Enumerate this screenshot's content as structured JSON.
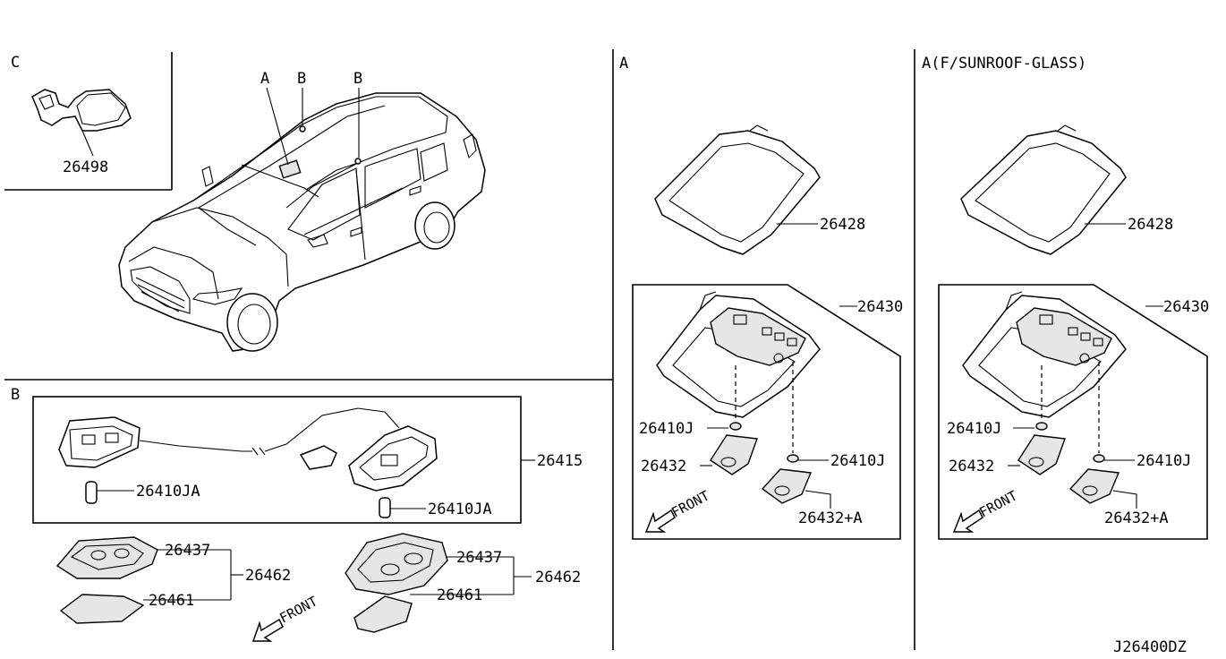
{
  "sections": {
    "c": {
      "label": "C",
      "part": "26498"
    },
    "car": {
      "callout_a": "A",
      "callout_b1": "B",
      "callout_b2": "B"
    },
    "b": {
      "label": "B",
      "harness": "26415",
      "bulb_left": "26410JA",
      "bulb_right": "26410JA",
      "lamp_left_lens_body": "26437",
      "lamp_left_lens": "26461",
      "lamp_left_assy": "26462",
      "lamp_right_lens_body": "26437",
      "lamp_right_lens": "26461",
      "lamp_right_assy": "26462",
      "front": "FRONT"
    },
    "a": {
      "label": "A",
      "trim": "26428",
      "console": "26430",
      "bulb_left": "26410J",
      "bulb_right": "26410J",
      "lens_left": "26432",
      "lens_right": "26432+A",
      "front": "FRONT"
    },
    "a_sunroof": {
      "label": "A(F/SUNROOF-GLASS)",
      "trim": "26428",
      "console": "26430",
      "bulb_left": "26410J",
      "bulb_right": "26410J",
      "lens_left": "26432",
      "lens_right": "26432+A",
      "front": "FRONT"
    }
  },
  "diagram_code": "J26400DZ"
}
